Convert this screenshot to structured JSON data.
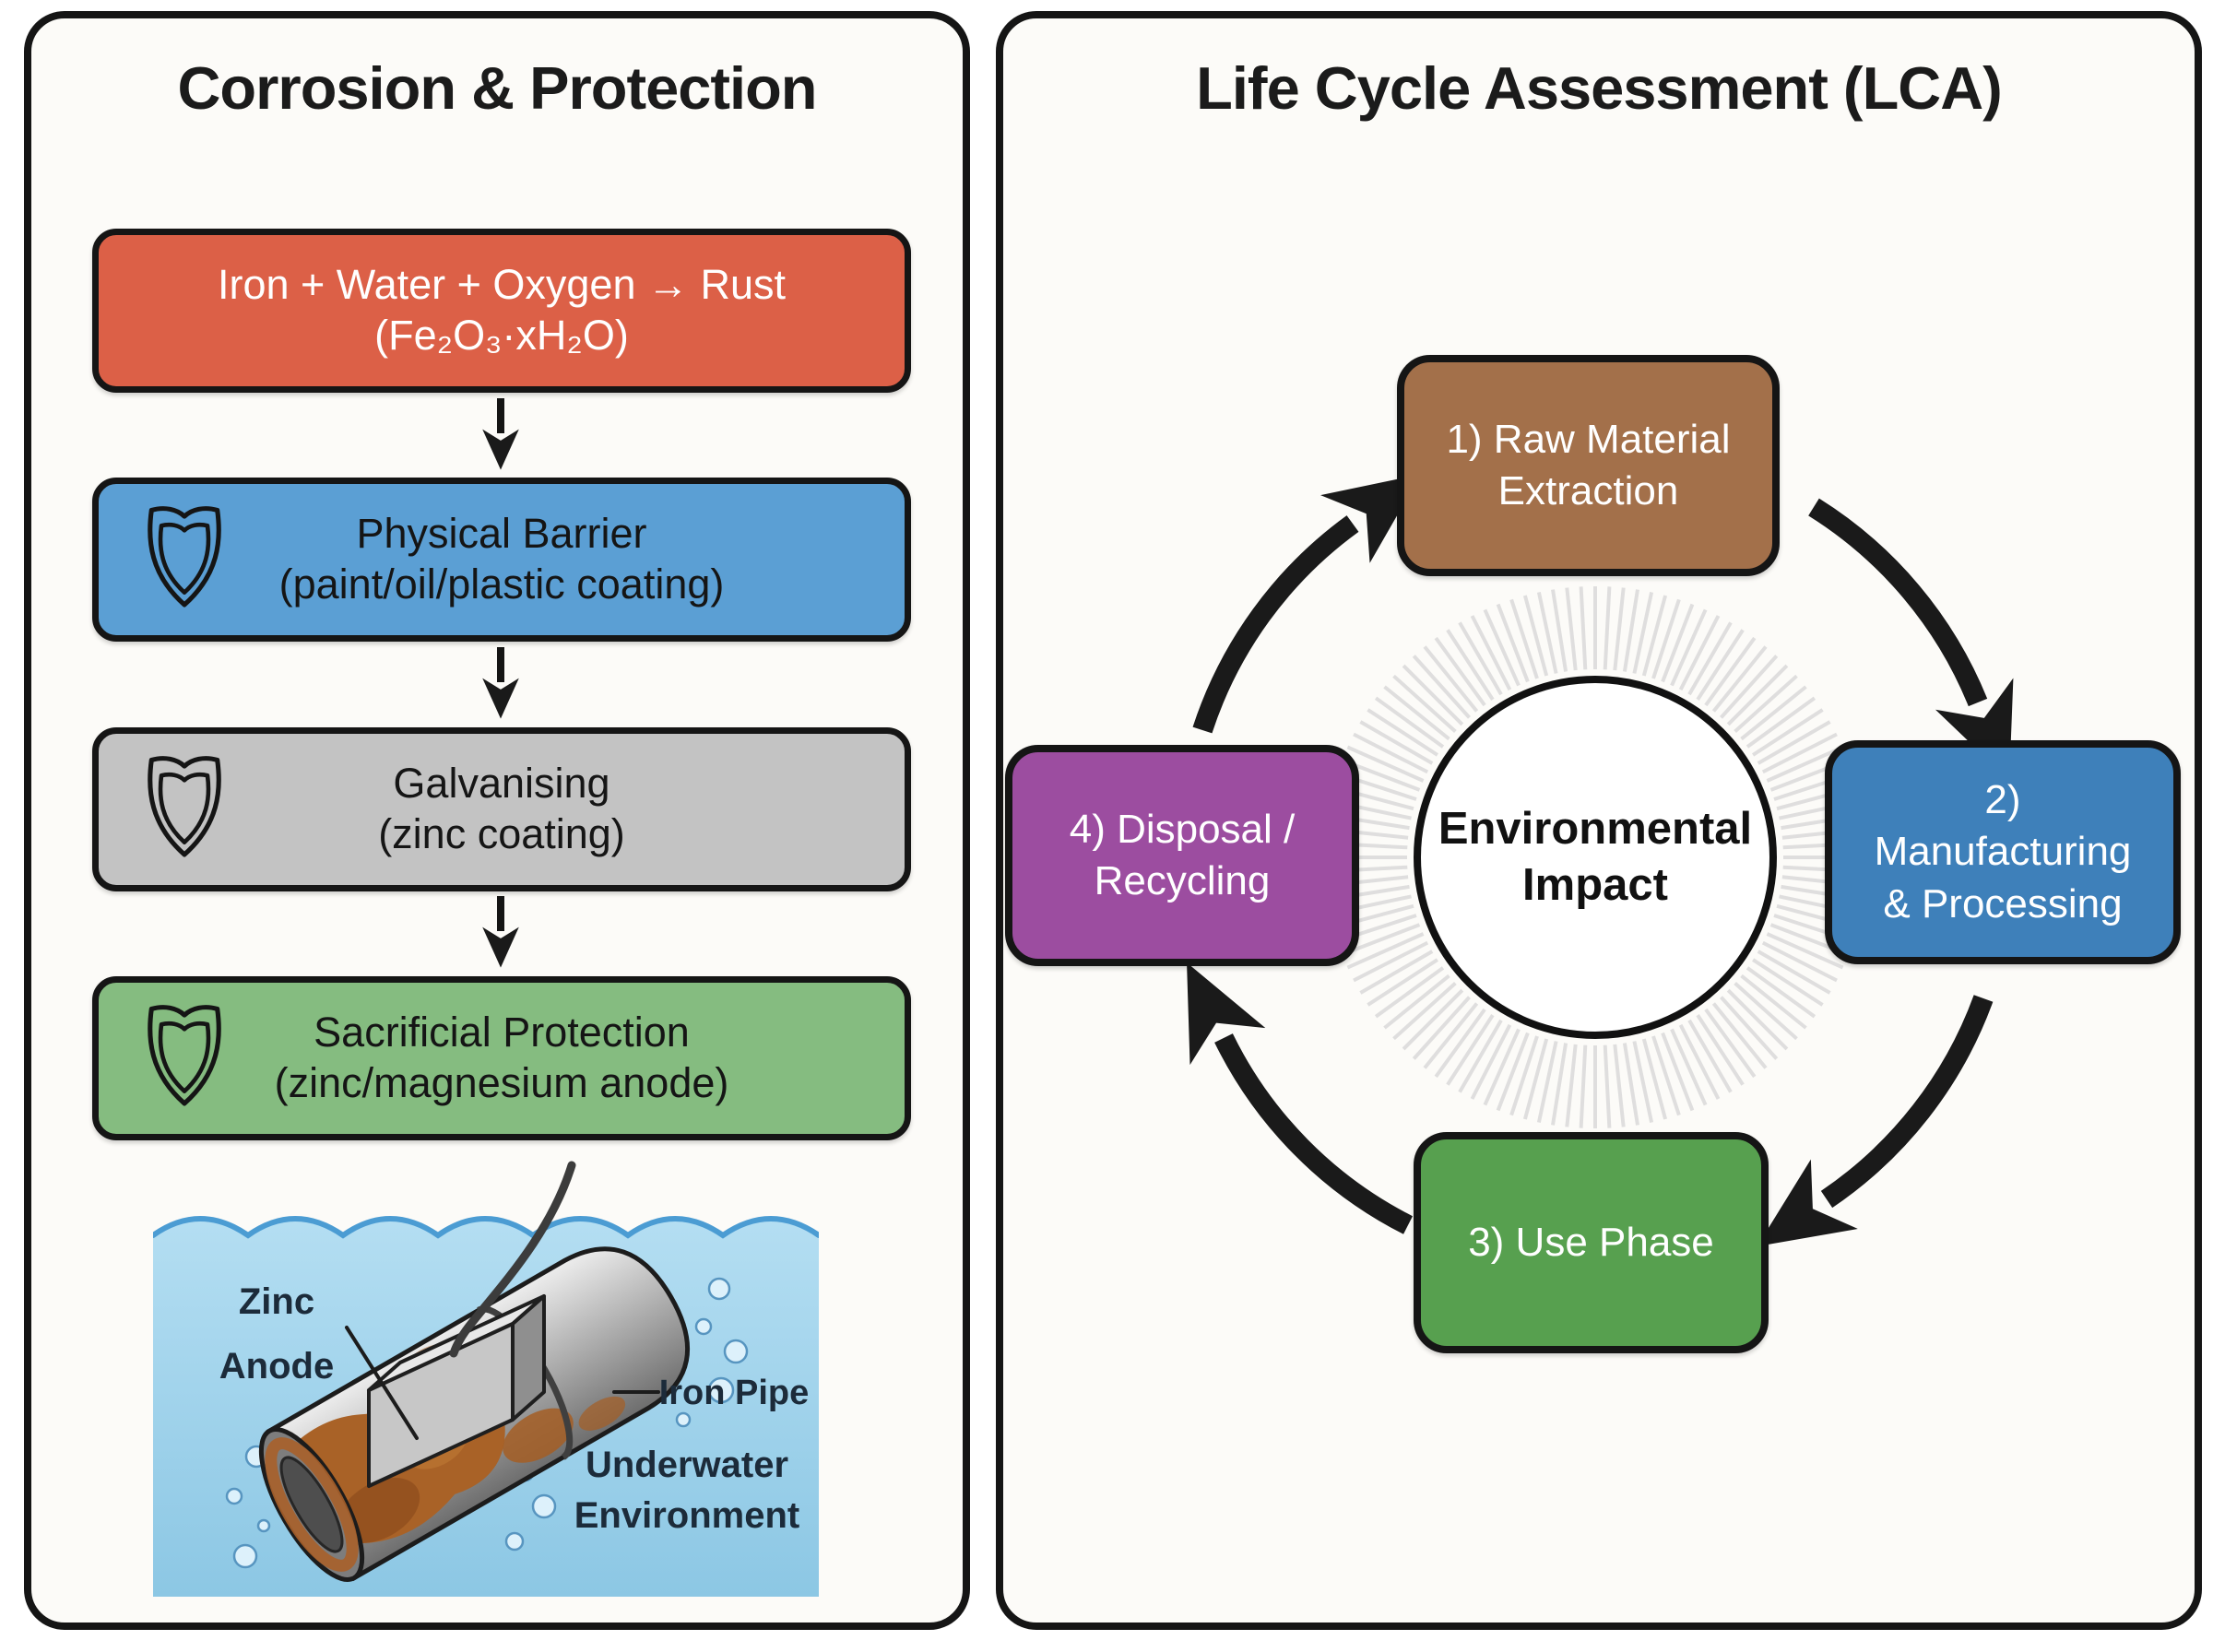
{
  "left_panel": {
    "title": "Corrosion & Protection",
    "flow": [
      {
        "id": "rust",
        "text": "Iron + Water + Oxygen → Rust\n(Fe₂O₃·xH₂O)",
        "color": "#dc6047",
        "text_color": "#ffffff",
        "icon": null
      },
      {
        "id": "physical-barrier",
        "text": "Physical Barrier\n(paint/oil/plastic coating)",
        "color": "#5b9fd4",
        "text_color": "#151515",
        "icon": "shield-icon"
      },
      {
        "id": "galvanising",
        "text": "Galvanising\n(zinc coating)",
        "color": "#c3c3c3",
        "text_color": "#151515",
        "icon": "shield-icon"
      },
      {
        "id": "sacrificial-protection",
        "text": "Sacrificial Protection\n(zinc/magnesium anode)",
        "color": "#85bc80",
        "text_color": "#151515",
        "icon": "shield-icon"
      }
    ],
    "illustration": {
      "zinc_anode_line1": "Zinc",
      "zinc_anode_line2": "Anode",
      "iron_pipe": "Iron Pipe",
      "underwater_line1": "Underwater",
      "underwater_line2": "Environment",
      "water_color": "#a9d9ef",
      "wave_color": "#4b9cd3",
      "rust_color": "#a96227"
    }
  },
  "right_panel": {
    "title": "Life Cycle Assessment (LCA)",
    "center_label": "Environmental\nImpact",
    "stages": [
      {
        "id": "raw-material-extraction",
        "label": "1) Raw Material\nExtraction",
        "color": "#a3704a"
      },
      {
        "id": "manufacturing-processing",
        "label": "2)\nManufacturing\n& Processing",
        "color": "#3e80ba"
      },
      {
        "id": "use-phase",
        "label": "3) Use Phase",
        "color": "#57a04f"
      },
      {
        "id": "disposal-recycling",
        "label": "4) Disposal /\nRecycling",
        "color": "#9c4da0"
      }
    ],
    "arrow_color": "#1a1a1a"
  }
}
